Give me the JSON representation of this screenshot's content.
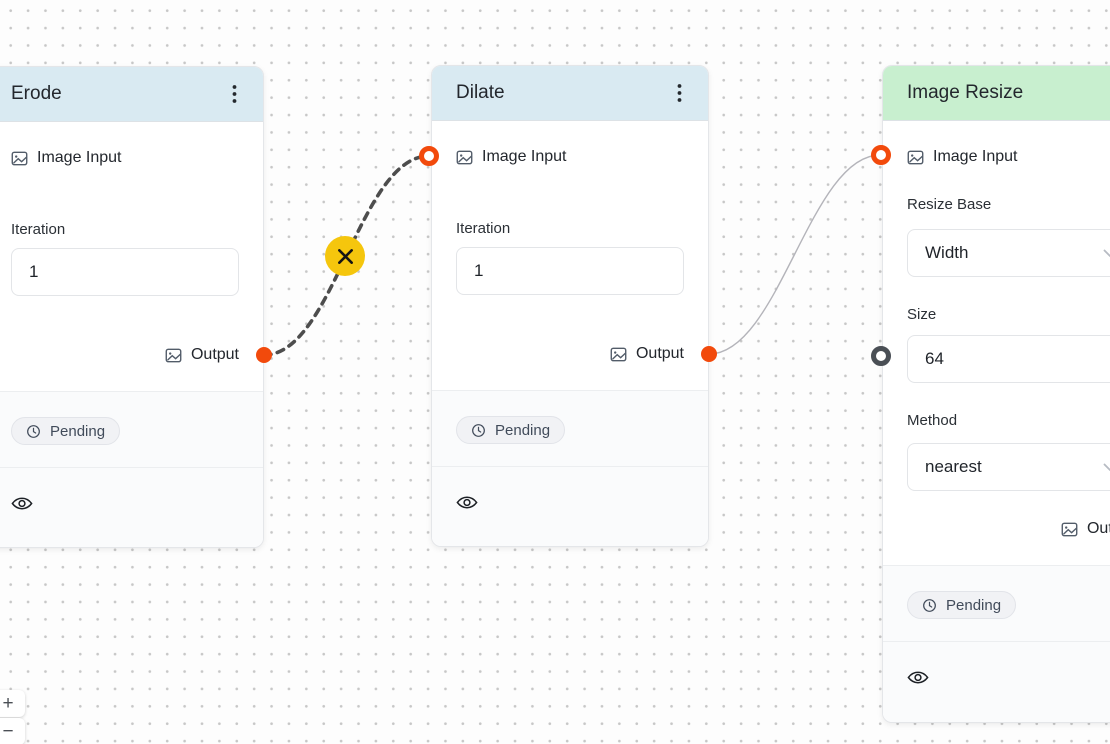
{
  "nodes": {
    "erode": {
      "title": "Erode",
      "input_label": "Image Input",
      "iteration_label": "Iteration",
      "iteration_value": "1",
      "output_label": "Output",
      "status": "Pending"
    },
    "dilate": {
      "title": "Dilate",
      "input_label": "Image Input",
      "iteration_label": "Iteration",
      "iteration_value": "1",
      "output_label": "Output",
      "status": "Pending"
    },
    "image_resize": {
      "title": "Image Resize",
      "input_label": "Image Input",
      "resize_base_label": "Resize Base",
      "resize_base_value": "Width",
      "size_label": "Size",
      "size_value": "64",
      "method_label": "Method",
      "method_value": "nearest",
      "output_label": "Output",
      "status": "Pending"
    }
  },
  "edges": [
    {
      "from": "erode-output",
      "to": "dilate-image-input",
      "style": "dashed",
      "has_delete_button": true
    },
    {
      "from": "dilate-output",
      "to": "image-resize-image-input",
      "style": "solid",
      "has_delete_button": false
    }
  ],
  "controls": {
    "zoom_in_label": "+",
    "zoom_out_label": "−"
  },
  "colors": {
    "header_blue": "#d9eaf2",
    "header_green": "#c8efcf",
    "handle_orange": "#f24a0c",
    "handle_dark": "#4a4f55",
    "edge_dashed": "#4d4d4d",
    "edge_solid": "#b4b4ba",
    "edge_delete_bg": "#f5c60d"
  },
  "icons": {
    "image": "image-icon",
    "clock": "clock-icon",
    "eye": "eye-icon",
    "kebab": "kebab-menu-icon",
    "chevron": "chevron-down-icon",
    "close": "close-icon"
  }
}
